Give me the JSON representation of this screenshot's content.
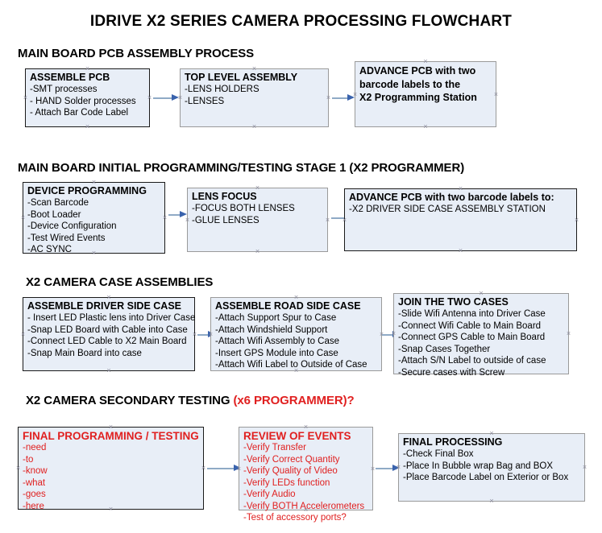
{
  "document": {
    "title": "IDRIVE X2  SERIES CAMERA PROCESSING FLOWCHART"
  },
  "colors": {
    "box_fill": "#e8eef7",
    "box_border": "#1a1a1a",
    "box_border_gray": "#9a9a9a",
    "arrow_shaft": "#8faac6",
    "arrow_head": "#3a63ad",
    "text": "#000000",
    "accent_red": "#e02020"
  },
  "sections": [
    {
      "id": "main-board-pcb-assembly-process",
      "header": "MAIN BOARD PCB ASSEMBLY PROCESS",
      "header_suffix": "",
      "boxes": [
        {
          "id": "assemble-pcb",
          "title": "ASSEMBLE PCB",
          "lines": [
            "-SMT processes",
            "- HAND Solder processes",
            "- Attach Bar Code Label"
          ]
        },
        {
          "id": "top-level-assembly",
          "title": "TOP LEVEL ASSEMBLY",
          "lines": [
            "-LENS HOLDERS",
            "-LENSES"
          ]
        },
        {
          "id": "advance-pcb-to-x2-programming-station",
          "title": "ADVANCE PCB with two",
          "lines": [
            "barcode labels to the",
            " X2 Programming Station"
          ]
        }
      ]
    },
    {
      "id": "main-board-initial-programming-testing-stage-1",
      "header": "MAIN BOARD INITIAL PROGRAMMING/TESTING STAGE 1 (X2 PROGRAMMER)",
      "header_suffix": "",
      "boxes": [
        {
          "id": "device-programming",
          "title": "DEVICE PROGRAMMING",
          "lines": [
            "-Scan Barcode",
            "-Boot Loader",
            "-Device Configuration",
            "-Test Wired Events",
            "-AC SYNC"
          ]
        },
        {
          "id": "lens-focus",
          "title": "LENS FOCUS",
          "lines": [
            "-FOCUS BOTH LENSES",
            "-GLUE LENSES"
          ]
        },
        {
          "id": "advance-pcb-to-driver-side-case-assembly",
          "title": "ADVANCE PCB with two barcode labels to:",
          "lines": [
            "-X2 DRIVER  SIDE  CASE  ASSEMBLY STATION"
          ]
        }
      ]
    },
    {
      "id": "x2-camera-case-assemblies",
      "header": "X2 CAMERA CASE ASSEMBLIES",
      "header_suffix": "",
      "boxes": [
        {
          "id": "assemble-driver-side-case",
          "title": "ASSEMBLE DRIVER SIDE CASE",
          "lines": [
            "- Insert LED Plastic lens into Driver Case",
            "-Snap LED Board with Cable into Case",
            "-Connect LED Cable to X2 Main Board",
            "-Snap Main Board into case"
          ]
        },
        {
          "id": "assemble-road-side-case",
          "title": "ASSEMBLE ROAD SIDE CASE",
          "lines": [
            "-Attach Support Spur to Case",
            "-Attach Windshield Support",
            "-Attach Wifi Assembly to Case",
            "-Insert GPS Module into Case",
            "-Attach Wifi Label to Outside of Case"
          ]
        },
        {
          "id": "join-the-two-cases",
          "title": "JOIN THE TWO CASES",
          "lines": [
            "-Slide Wifi Antenna into Driver Case",
            "-Connect Wifi Cable to Main Board",
            "-Connect GPS Cable to Main Board",
            "-Snap Cases Together",
            "-Attach S/N Label to outside of case",
            "-Secure cases with Screw"
          ]
        }
      ]
    },
    {
      "id": "x2-camera-secondary-testing",
      "header": "X2 CAMERA SECONDARY TESTING ",
      "header_suffix": "(x6 PROGRAMMER)?",
      "boxes": [
        {
          "id": "final-programming-testing",
          "title": "FINAL PROGRAMMING / TESTING",
          "lines": [
            "-need",
            "-to",
            "-know",
            "-what",
            "-goes",
            "-here"
          ]
        },
        {
          "id": "review-of-events",
          "title": "REVIEW OF EVENTS",
          "lines": [
            "-Verify Transfer",
            "-Verify Correct Quantity",
            "-Verify Quality of Video",
            "-Verify LEDs function",
            "-Verify Audio",
            "-Verify BOTH Accelerometers",
            "-Test of accessory ports?"
          ]
        },
        {
          "id": "final-processing",
          "title": "FINAL PROCESSING",
          "lines": [
            " -Check Final Box",
            "-Place In Bubble wrap Bag and BOX",
            "-Place Barcode Label on Exterior or Box"
          ]
        }
      ]
    }
  ],
  "connectors": {
    "glyph": "×",
    "count": 8
  }
}
